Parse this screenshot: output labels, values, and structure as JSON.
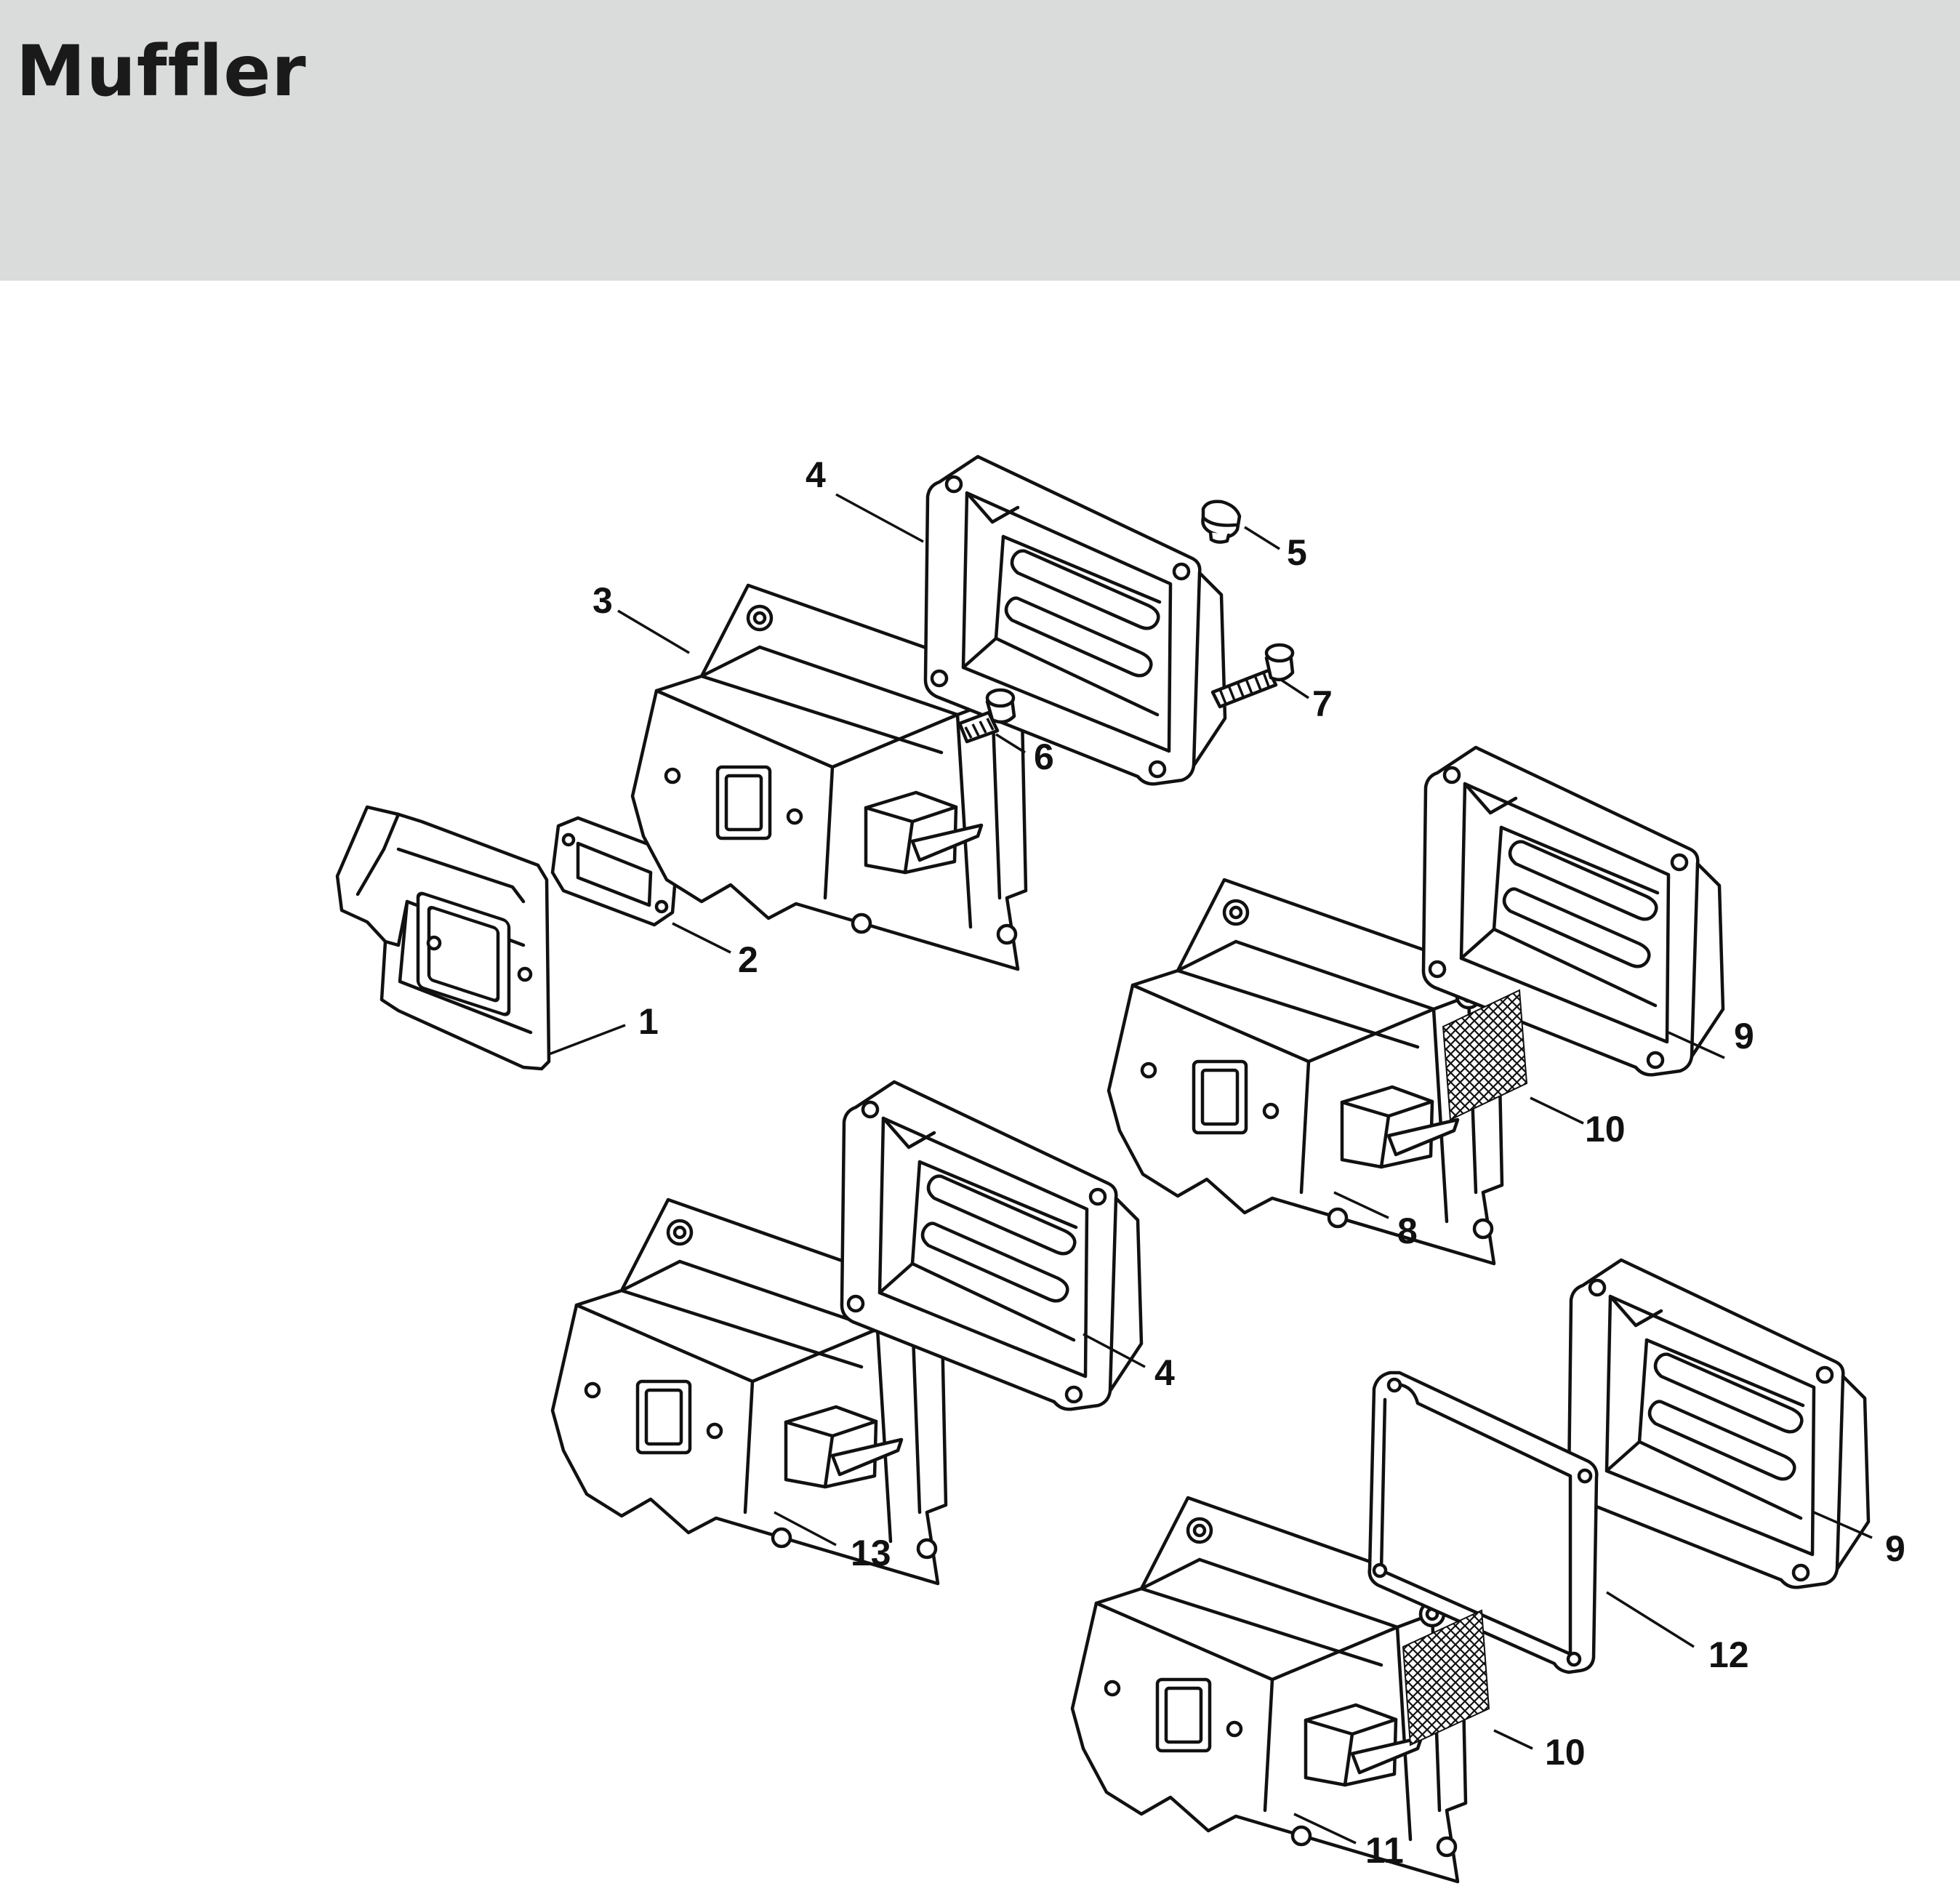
{
  "header": {
    "title": "Muffler"
  },
  "colors": {
    "header_band": "#dadcdb",
    "ink": "#111111",
    "background": "#ffffff"
  },
  "callouts": [
    {
      "id": "c1",
      "text": "1",
      "part": "heat-shield"
    },
    {
      "id": "c2",
      "text": "2",
      "part": "gasket"
    },
    {
      "id": "c3",
      "text": "3",
      "part": "muffler-body"
    },
    {
      "id": "c4a",
      "text": "4",
      "part": "muffler-cover"
    },
    {
      "id": "c4b",
      "text": "4",
      "part": "muffler-cover"
    },
    {
      "id": "c5",
      "text": "5",
      "part": "nut"
    },
    {
      "id": "c6",
      "text": "6",
      "part": "screw"
    },
    {
      "id": "c7",
      "text": "7",
      "part": "screw"
    },
    {
      "id": "c8",
      "text": "8",
      "part": "muffler-body"
    },
    {
      "id": "c9a",
      "text": "9",
      "part": "muffler-cover"
    },
    {
      "id": "c9b",
      "text": "9",
      "part": "muffler-cover"
    },
    {
      "id": "c10a",
      "text": "10",
      "part": "spark-arresting-screen"
    },
    {
      "id": "c10b",
      "text": "10",
      "part": "spark-arresting-screen"
    },
    {
      "id": "c11",
      "text": "11",
      "part": "muffler-body"
    },
    {
      "id": "c12",
      "text": "12",
      "part": "cover-gasket"
    },
    {
      "id": "c13",
      "text": "13",
      "part": "muffler-body"
    }
  ]
}
